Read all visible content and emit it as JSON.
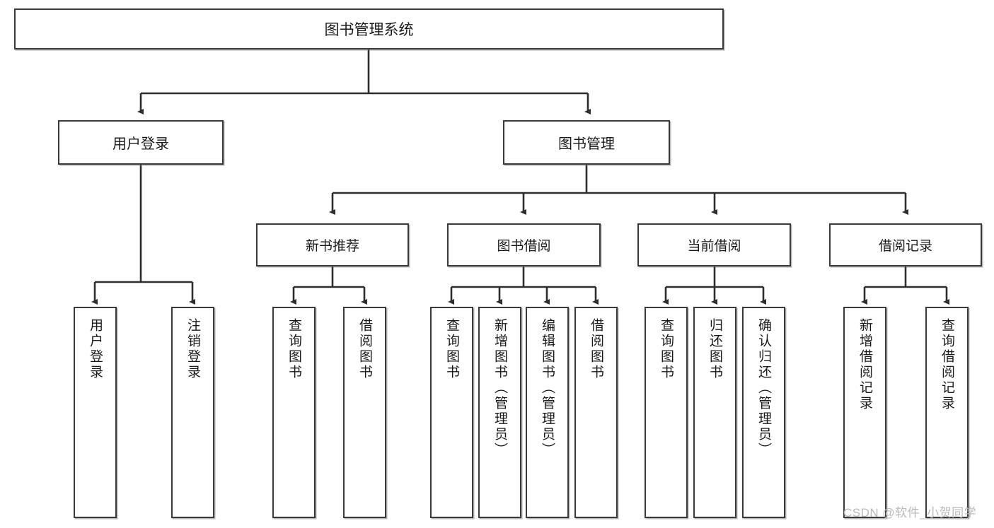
{
  "diagram": {
    "type": "tree-hierarchy",
    "title": "图书管理系统",
    "root": {
      "label": "图书管理系统"
    },
    "level2": [
      {
        "label": "用户登录"
      },
      {
        "label": "图书管理"
      }
    ],
    "level3": [
      {
        "label": "新书推荐"
      },
      {
        "label": "图书借阅"
      },
      {
        "label": "当前借阅"
      },
      {
        "label": "借阅记录"
      }
    ],
    "leaves": [
      {
        "label": "用户登录",
        "parent": "用户登录"
      },
      {
        "label": "注销登录",
        "parent": "用户登录"
      },
      {
        "label": "查询图书",
        "parent": "新书推荐"
      },
      {
        "label": "借阅图书",
        "parent": "新书推荐"
      },
      {
        "label": "查询图书",
        "parent": "图书借阅"
      },
      {
        "label": "新增图书（管理员）",
        "parent": "图书借阅"
      },
      {
        "label": "编辑图书（管理员）",
        "parent": "图书借阅"
      },
      {
        "label": "借阅图书",
        "parent": "图书借阅"
      },
      {
        "label": "查询图书",
        "parent": "当前借阅"
      },
      {
        "label": "归还图书",
        "parent": "当前借阅"
      },
      {
        "label": "确认归还（管理员）",
        "parent": "当前借阅"
      },
      {
        "label": "新增借阅记录",
        "parent": "借阅记录"
      },
      {
        "label": "查询借阅记录",
        "parent": "借阅记录"
      }
    ],
    "watermark": "CSDN @软件_小贺同学",
    "colors": {
      "stroke": "#3a3a3a",
      "text": "#1a1a1a",
      "background": "#ffffff",
      "watermark": "#b9b9b9"
    }
  }
}
